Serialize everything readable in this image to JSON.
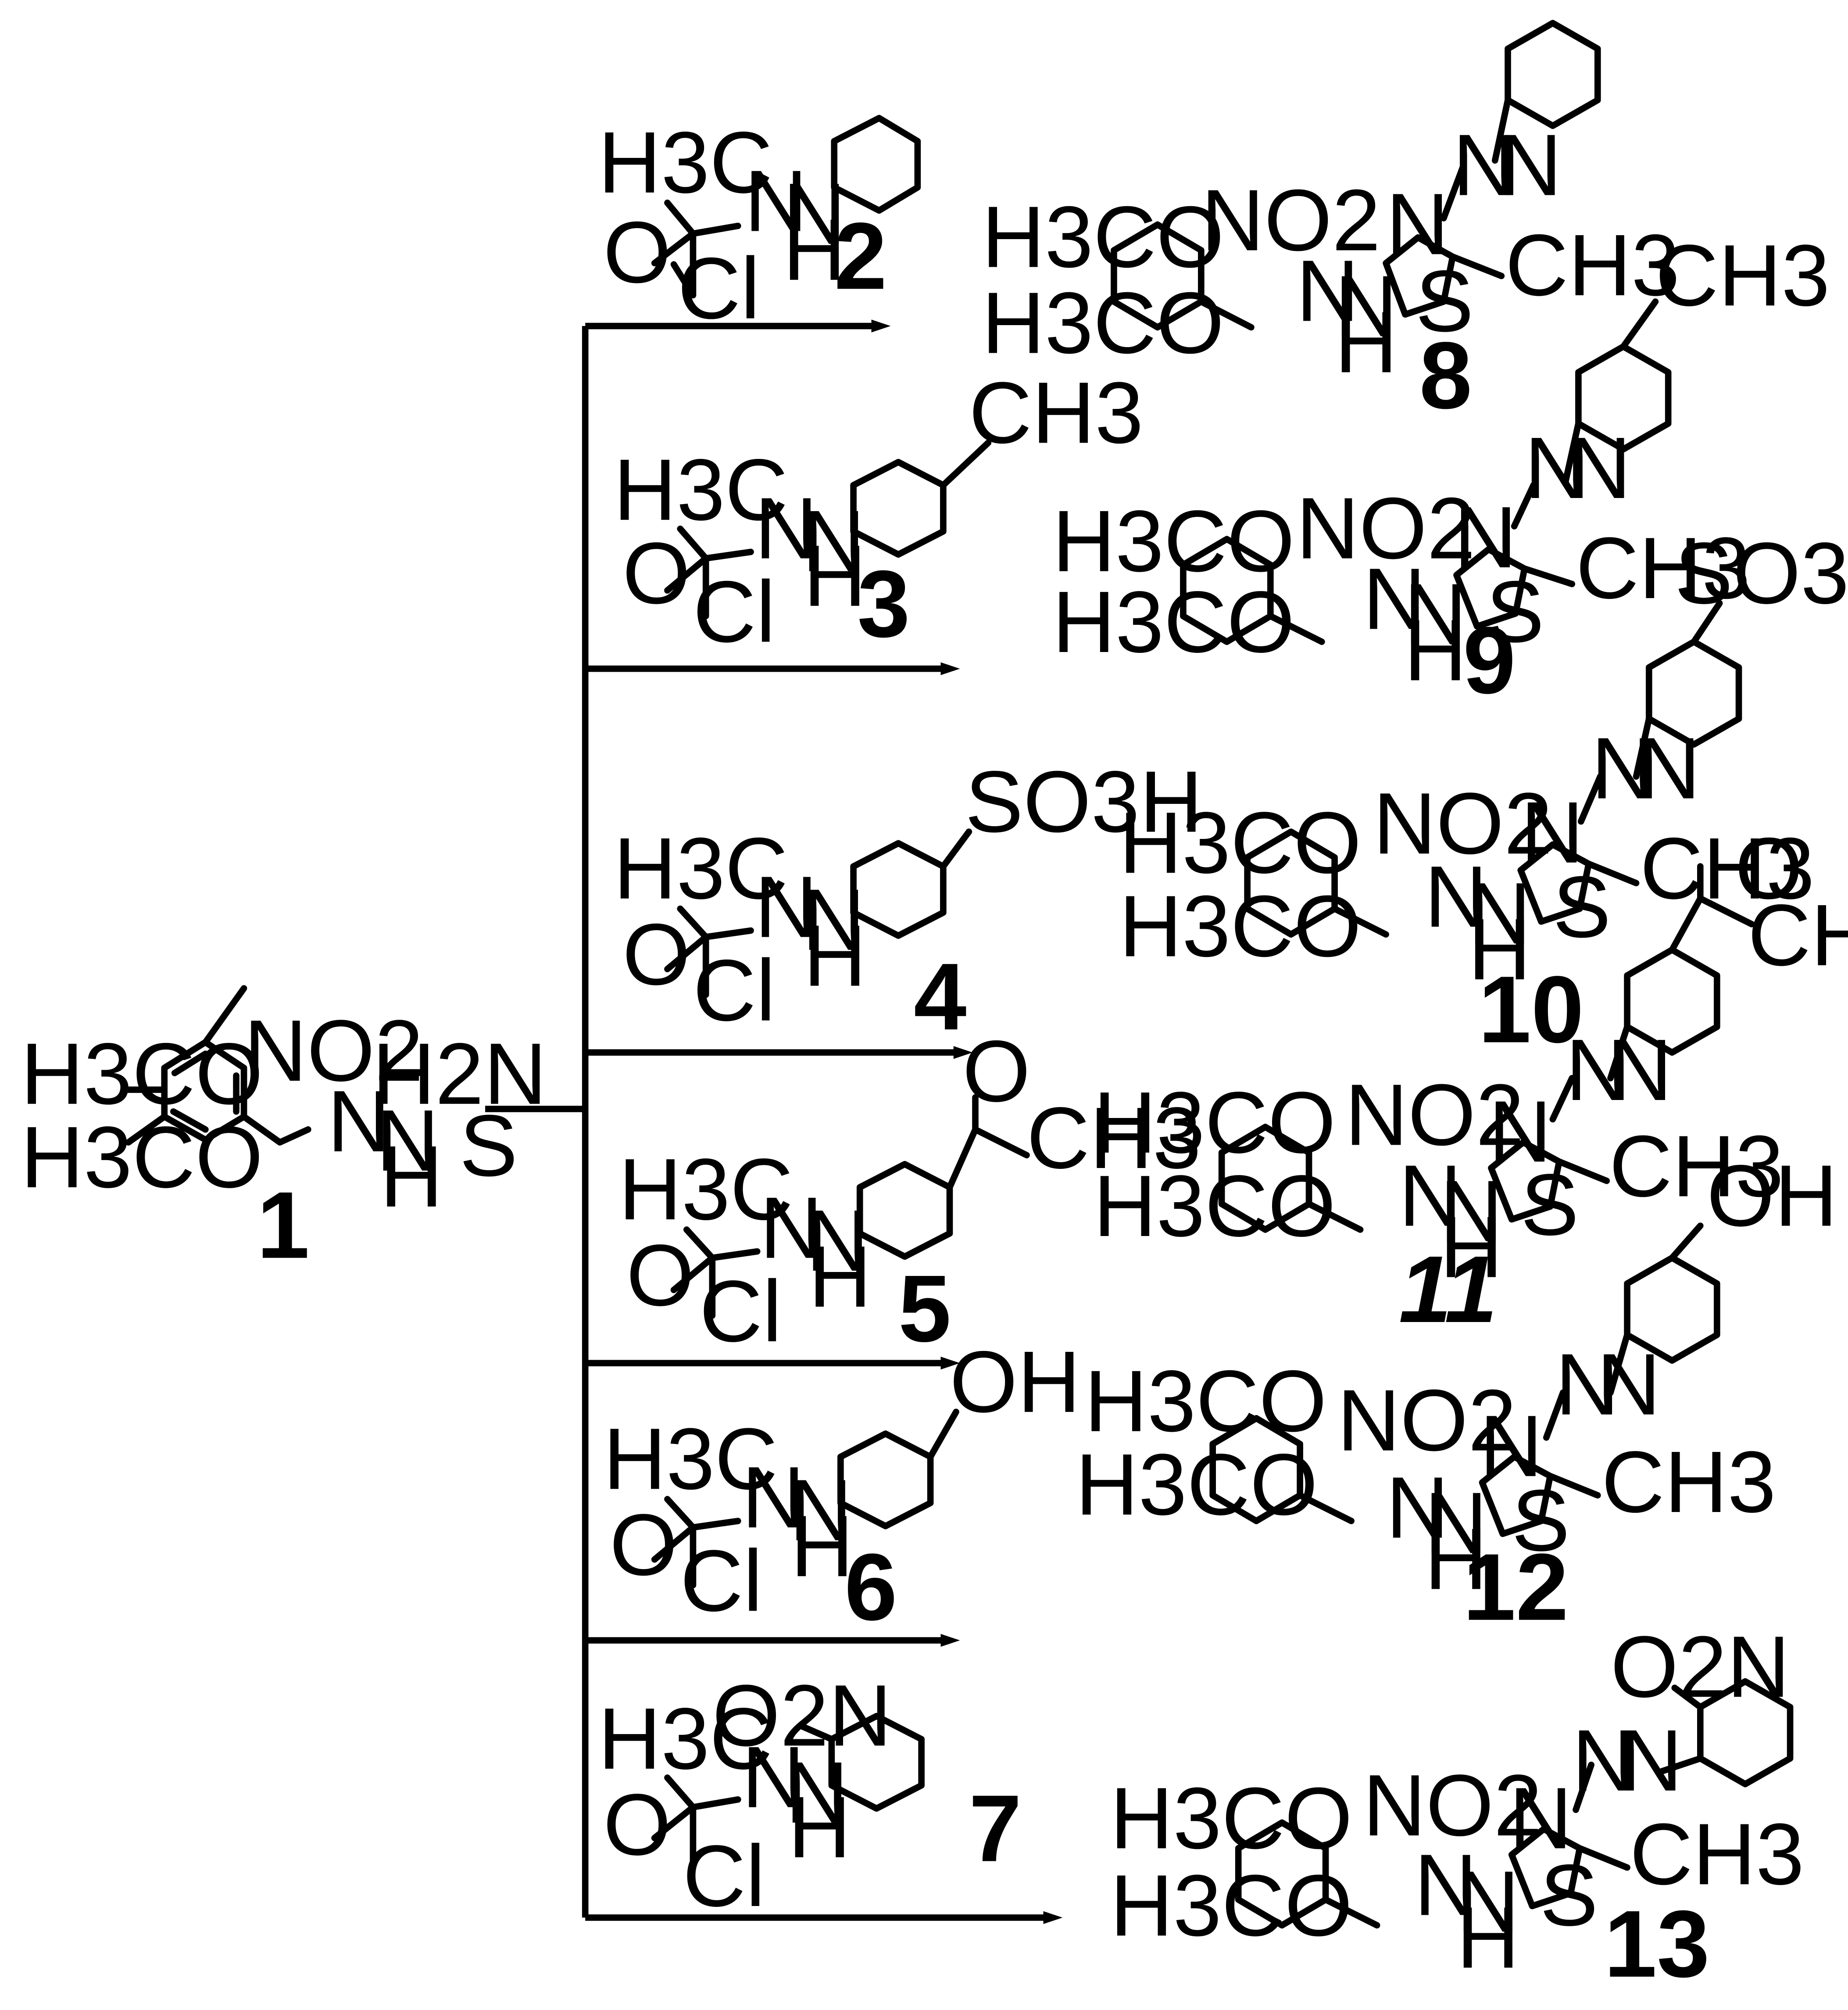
{
  "compounds": {
    "c1": {
      "number": "1"
    },
    "c2": {
      "number": "2"
    },
    "c3": {
      "number": "3"
    },
    "c4": {
      "number": "4"
    },
    "c5": {
      "number": "5"
    },
    "c6": {
      "number": "6"
    },
    "c7": {
      "number": "7"
    },
    "c8": {
      "number": "8"
    },
    "c9": {
      "number": "9"
    },
    "c10": {
      "number": "10"
    },
    "c11": {
      "number": "11"
    },
    "c12": {
      "number": "12"
    },
    "c13": {
      "number": "13"
    }
  },
  "labels": {
    "h3co": "H3CO",
    "no2": "NO2",
    "h2n": "H2N",
    "s": "S",
    "n": "N",
    "h": "H",
    "h3c": "H3C",
    "o": "O",
    "cl": "Cl",
    "ch3": "CH3",
    "so3h": "SO3H",
    "oh": "OH",
    "o2n": "O2N"
  }
}
